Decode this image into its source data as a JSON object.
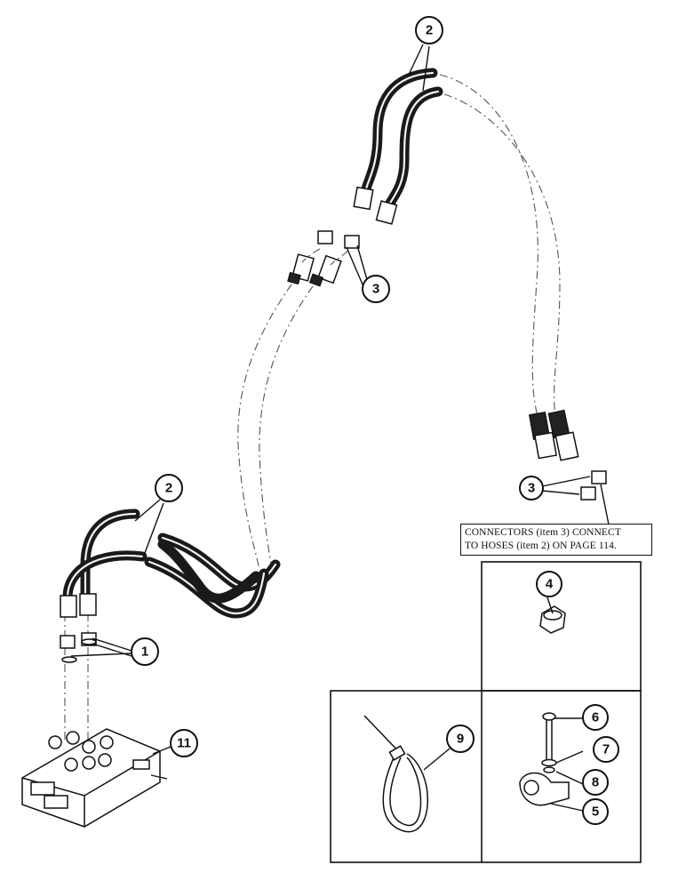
{
  "callouts": {
    "c1": "1",
    "c2_top": "2",
    "c2_bottom": "2",
    "c3_upper": "3",
    "c3_lower": "3",
    "c4": "4",
    "c5": "5",
    "c6": "6",
    "c7": "7",
    "c8": "8",
    "c9": "9",
    "c11": "11"
  },
  "note": {
    "line1": "CONNECTORS (item 3) CONNECT",
    "line2": "TO HOSES (item 2) ON PAGE 114."
  }
}
